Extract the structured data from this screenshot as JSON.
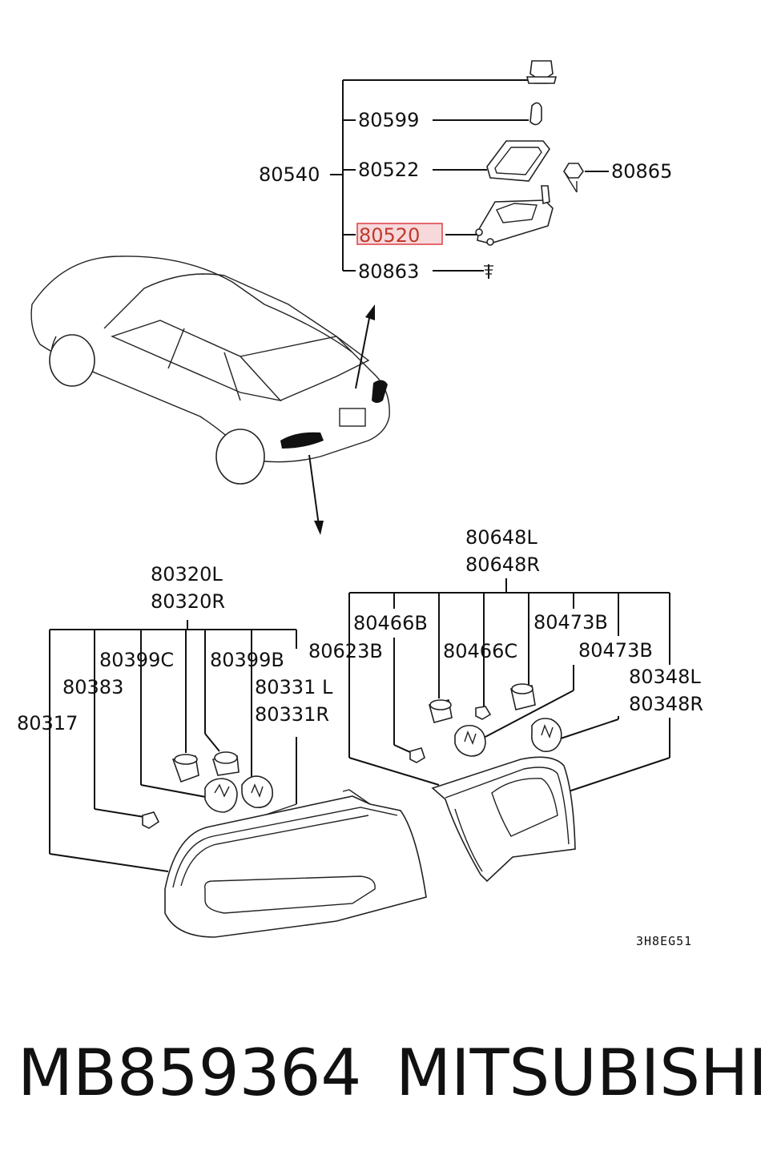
{
  "labels": {
    "p80540": "80540",
    "p80599": "80599",
    "p80522": "80522",
    "p80865": "80865",
    "p80520": "80520",
    "p80863": "80863",
    "p80648L": "80648L",
    "p80648R": "80648R",
    "p80466B": "80466B",
    "p80473B_a": "80473B",
    "p80623B": "80623B",
    "p80466C": "80466C",
    "p80473B_b": "80473B",
    "p80348L": "80348L",
    "p80348R": "80348R",
    "p80320L": "80320L",
    "p80320R": "80320R",
    "p80399C": "80399C",
    "p80399B": "80399B",
    "p80383": "80383",
    "p80331L": "80331 L",
    "p80331R": "80331R",
    "p80317": "80317"
  },
  "diagram_ref": "3H8EG51",
  "highlight": {
    "part": "80520",
    "color": "#e0474f"
  },
  "footer": {
    "part_number": "MB859364",
    "brand": "MITSUBISHI"
  }
}
